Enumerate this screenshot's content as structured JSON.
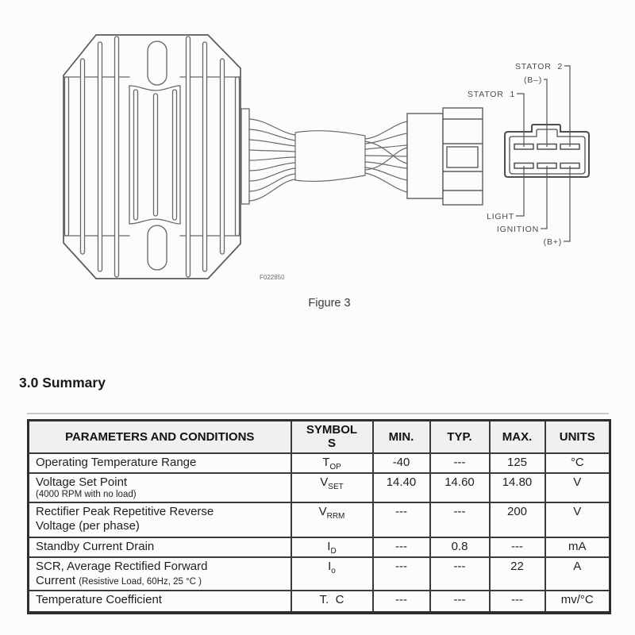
{
  "figure": {
    "code_label": "F022850",
    "caption": "Figure 3",
    "pin_labels": {
      "stator2": "STATOR 2",
      "b_minus": "(B–)",
      "stator1": "STATOR 1",
      "light": "LIGHT",
      "ignition": "IGNITION",
      "b_plus": "(B+)"
    }
  },
  "section": {
    "heading": "3.0 Summary"
  },
  "table": {
    "headers": {
      "params": "PARAMETERS AND CONDITIONS",
      "symbols": "SYMBOL\nS",
      "min": "MIN.",
      "typ": "TYP.",
      "max": "MAX.",
      "units": "UNITS"
    },
    "rows": [
      {
        "param": "Operating Temperature Range",
        "note": "",
        "symbol_main": "T",
        "symbol_sub": "OP",
        "min": "-40",
        "typ": "---",
        "max": "125",
        "units": "°C"
      },
      {
        "param": "Voltage Set Point",
        "note": "(4000 RPM with no load)",
        "symbol_main": "V",
        "symbol_sub": "SET",
        "min": "14.40",
        "typ": "14.60",
        "max": "14.80",
        "units": "V"
      },
      {
        "param": "Rectifier Peak Repetitive Reverse\nVoltage (per phase)",
        "note": "",
        "symbol_main": "V",
        "symbol_sub": "RRM",
        "min": "---",
        "typ": "---",
        "max": "200",
        "units": "V"
      },
      {
        "param": "Standby Current Drain",
        "note": "",
        "symbol_main": "I",
        "symbol_sub": "D",
        "min": "---",
        "typ": "0.8",
        "max": "---",
        "units": "mA"
      },
      {
        "param": "SCR, Average Rectified Forward\nCurrent",
        "note": "(Resistive Load, 60Hz, 25 °C )",
        "symbol_main": "I",
        "symbol_sub": "o",
        "min": "---",
        "typ": "---",
        "max": "22",
        "units": "A"
      },
      {
        "param": "Temperature Coefficient",
        "note": "",
        "symbol_main": "T.  C",
        "symbol_sub": "",
        "min": "---",
        "typ": "---",
        "max": "---",
        "units": "mv/°C"
      }
    ]
  }
}
